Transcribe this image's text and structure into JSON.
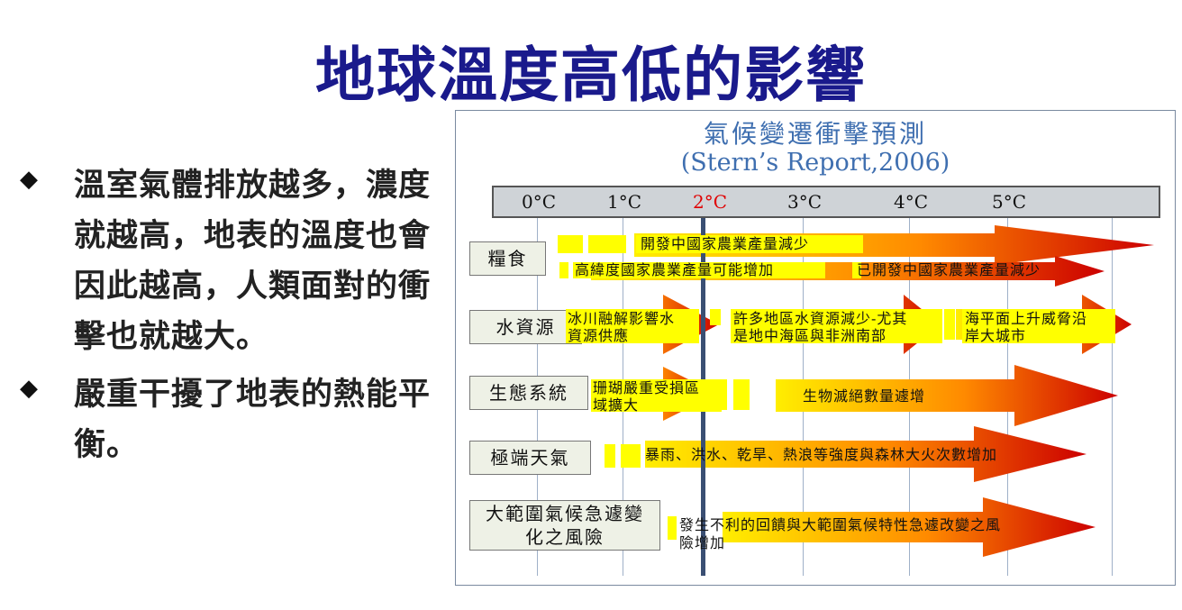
{
  "slide": {
    "title": "地球溫度高低的影響",
    "bullets": [
      "溫室氣體排放越多，濃度就越高，地表的溫度也會因此越高，人類面對的衝擊也就越大。",
      "嚴重干擾了地表的熱能平衡。"
    ],
    "bullet_marker": "◆"
  },
  "diagram": {
    "title_line1": "氣候變遷衝擊預測",
    "title_line2": "(Stern’s Report,2006)",
    "temperatures": [
      "0°C",
      "1°C",
      "2°C",
      "3°C",
      "4°C",
      "5°C"
    ],
    "highlight_temperature": "2°C",
    "highlight_color": "#e00000",
    "arrow_colors": {
      "start": "#ffee00",
      "mid": "#ff8a00",
      "end": "#cc0000"
    },
    "rows": [
      {
        "label": "糧食",
        "texts": [
          "開發中國家農業產量減少",
          "高緯度國家農業產量可能增加",
          "已開發中國家農業產量減少"
        ]
      },
      {
        "label": "水資源",
        "texts": [
          "冰川融解影響水",
          "資源供應",
          "許多地區水資源減少-尤其",
          "是地中海區與非洲南部",
          "海平面上升威脅沿",
          "岸大城市"
        ]
      },
      {
        "label": "生態系統",
        "texts": [
          "珊瑚嚴重受損區",
          "域擴大",
          "生物滅絕數量遽增"
        ]
      },
      {
        "label": "極端天氣",
        "texts": [
          "暴雨、洪水、乾旱、熱浪等強度與森林大火次數增加"
        ]
      },
      {
        "label_line1": "大範圍氣候急遽變",
        "label_line2": "化之風險",
        "texts": [
          "發生不利的回饋與大範圍氣候特性急遽改變之風",
          "險增加"
        ]
      }
    ]
  }
}
